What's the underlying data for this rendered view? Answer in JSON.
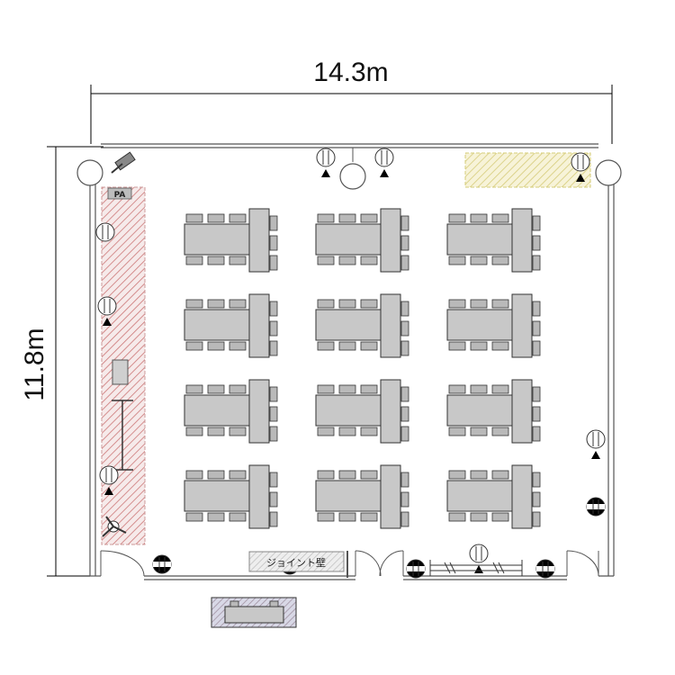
{
  "dimensions": {
    "width_label": "14.3m",
    "height_label": "11.8m"
  },
  "labels": {
    "pa": "PA",
    "joint_wall": "ジョイント壁"
  },
  "layout": {
    "table_columns": 3,
    "table_rows": 4,
    "seats_per_side": 3
  },
  "colors": {
    "wall": "#555555",
    "table_fill": "#c8c8c8",
    "chair_fill": "#b9b9b9",
    "outline": "#333333",
    "pa_zone_hatch": "#d98c8c",
    "yellow_zone_hatch": "#e0d98a",
    "marker": "#000000"
  },
  "icons": {
    "camera": "camera-icon",
    "outlet": "outlet-icon",
    "light": "light-icon",
    "speaker_triangle": "triangle-marker-icon"
  }
}
